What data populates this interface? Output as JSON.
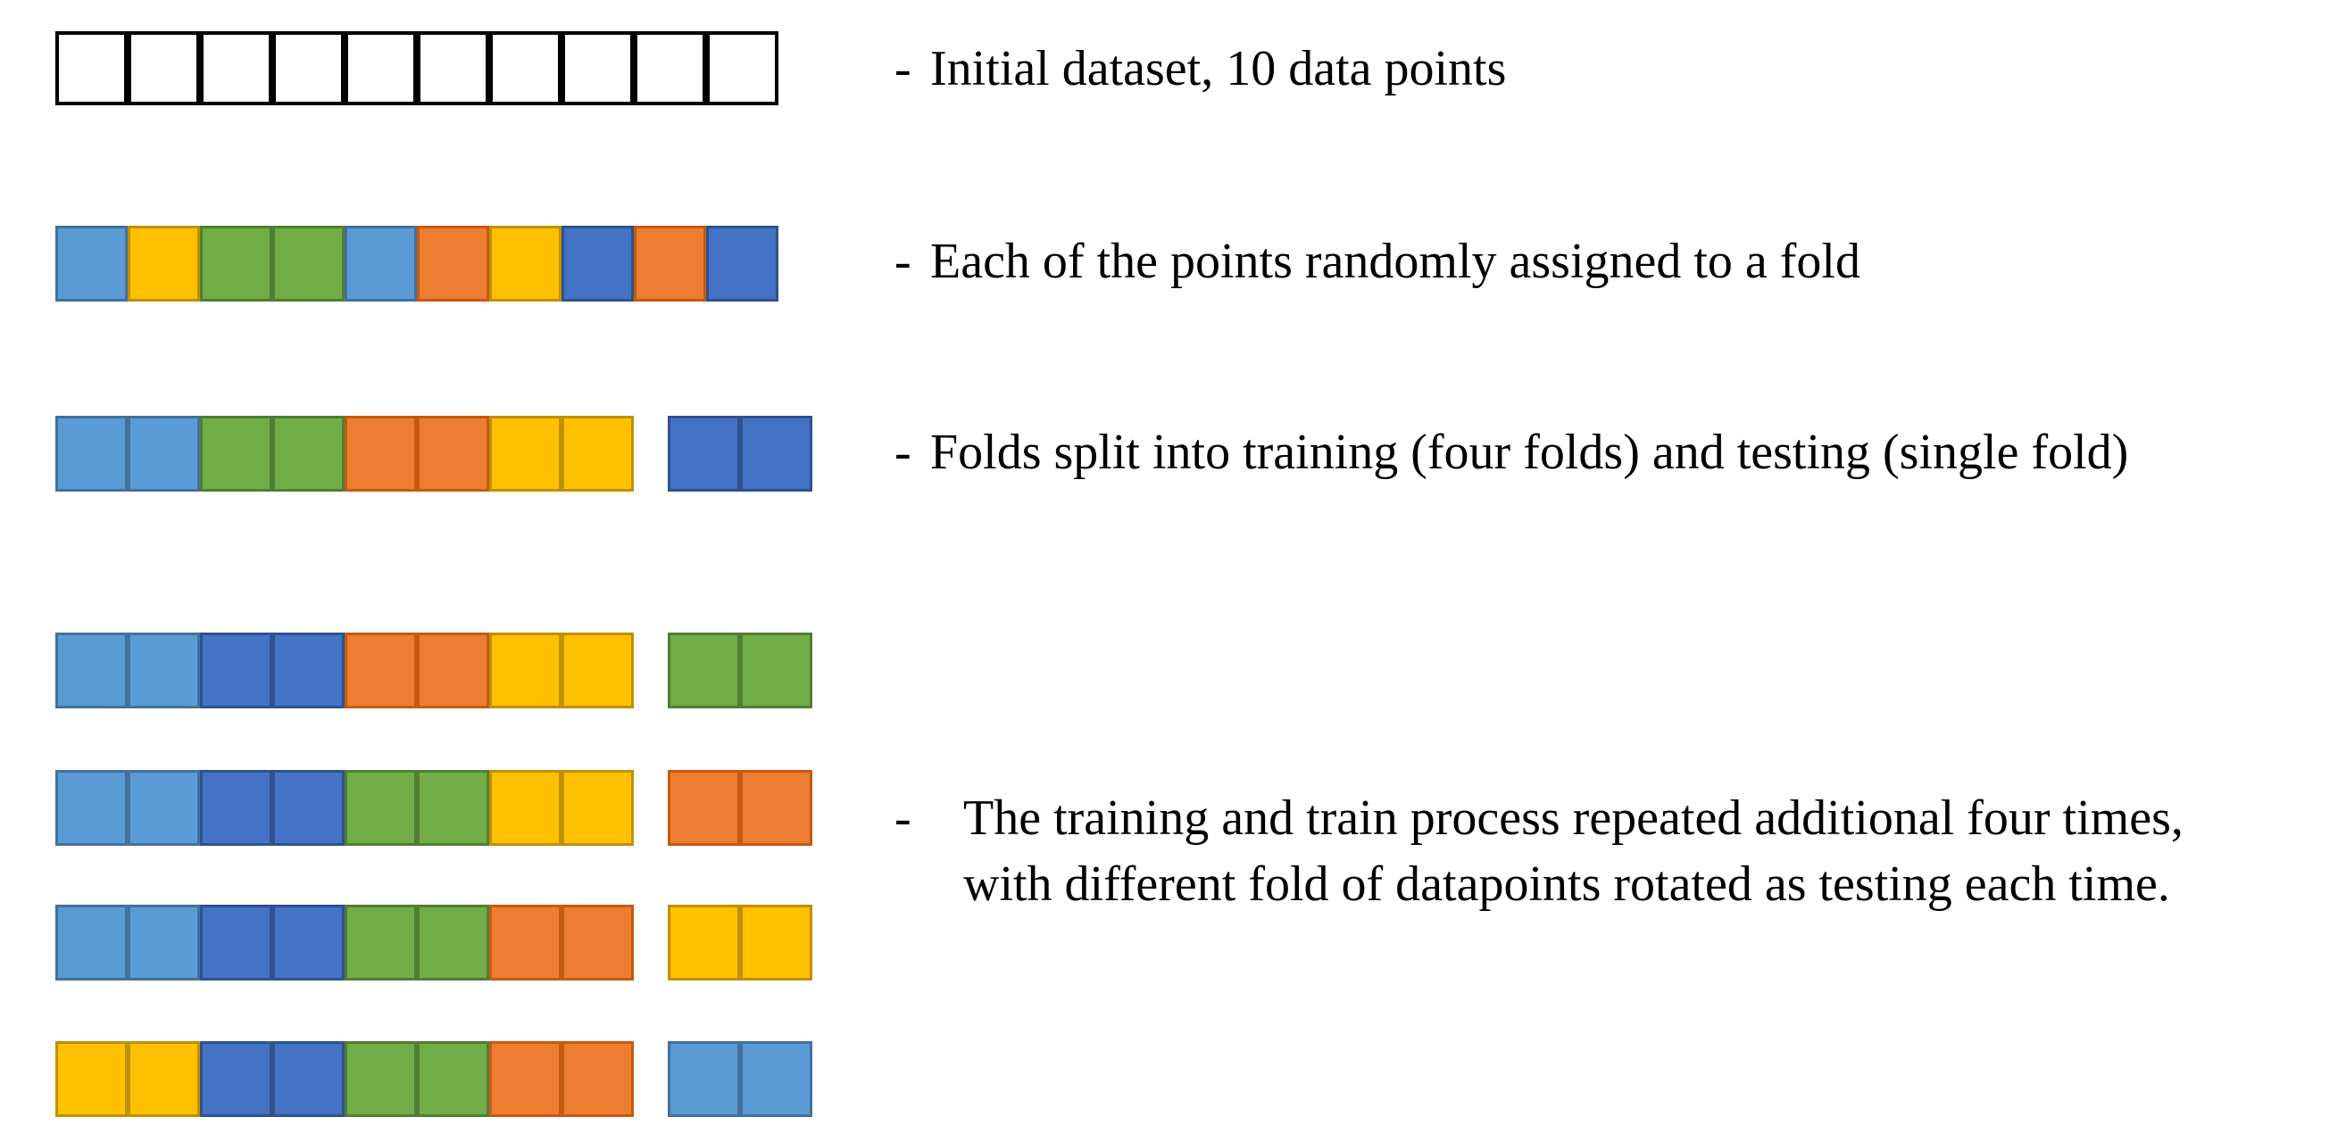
{
  "palette": {
    "white": {
      "fill": "#FFFFFF",
      "border": "#000000"
    },
    "blue": {
      "fill": "#5B9BD5",
      "border": "#41719C"
    },
    "gold": {
      "fill": "#FFC000",
      "border": "#BF9000"
    },
    "green": {
      "fill": "#70AD47",
      "border": "#507E32"
    },
    "orange": {
      "fill": "#ED7D31",
      "border": "#C55A11"
    },
    "darkblue": {
      "fill": "#4472C4",
      "border": "#2F528F"
    }
  },
  "figure": {
    "rows": [
      {
        "id": "initial-dataset",
        "cells": [
          "white",
          "white",
          "white",
          "white",
          "white",
          "white",
          "white",
          "white",
          "white",
          "white"
        ]
      },
      {
        "id": "random-assignment",
        "cells": [
          "blue",
          "gold",
          "green",
          "green",
          "blue",
          "orange",
          "gold",
          "darkblue",
          "orange",
          "darkblue"
        ]
      },
      {
        "id": "split-iteration-1",
        "train": [
          "blue",
          "blue",
          "green",
          "green",
          "orange",
          "orange",
          "gold",
          "gold"
        ],
        "test": [
          "darkblue",
          "darkblue"
        ]
      },
      {
        "id": "split-iteration-2",
        "train": [
          "blue",
          "blue",
          "darkblue",
          "darkblue",
          "orange",
          "orange",
          "gold",
          "gold"
        ],
        "test": [
          "green",
          "green"
        ]
      },
      {
        "id": "split-iteration-3",
        "train": [
          "blue",
          "blue",
          "darkblue",
          "darkblue",
          "green",
          "green",
          "gold",
          "gold"
        ],
        "test": [
          "orange",
          "orange"
        ]
      },
      {
        "id": "split-iteration-4",
        "train": [
          "blue",
          "blue",
          "darkblue",
          "darkblue",
          "green",
          "green",
          "orange",
          "orange"
        ],
        "test": [
          "gold",
          "gold"
        ]
      },
      {
        "id": "split-iteration-5",
        "train": [
          "gold",
          "gold",
          "darkblue",
          "darkblue",
          "green",
          "green",
          "orange",
          "orange"
        ],
        "test": [
          "blue",
          "blue"
        ]
      }
    ]
  },
  "annotations": {
    "item1": {
      "bullet": "-",
      "text": "Initial dataset, 10 data points"
    },
    "item2": {
      "bullet": "-",
      "text": "Each of the points randomly assigned to a fold"
    },
    "item3": {
      "bullet": "-",
      "text": "Folds split into training (four folds) and testing (single fold)"
    },
    "item4": {
      "bullet": "-",
      "line1": "The training and train process repeated additional four times,",
      "line2": "with different fold of datapoints rotated as testing each time."
    }
  }
}
